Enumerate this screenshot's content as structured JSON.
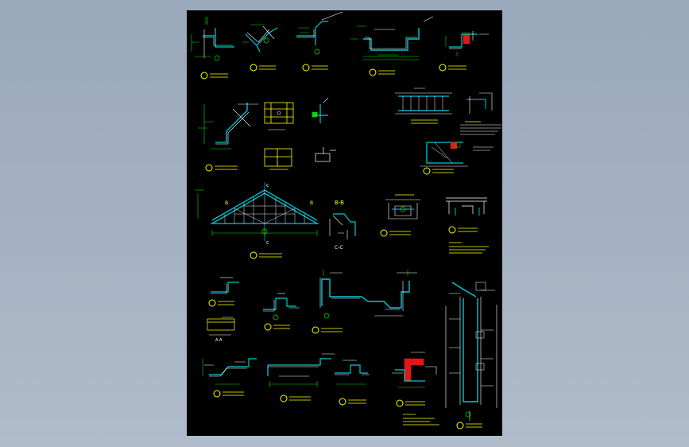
{
  "drawing": {
    "background": "#000000",
    "colors": {
      "structure": "#00c8d8",
      "detail": "#ffffff",
      "dimension": "#00e000",
      "label": "#ffff00",
      "highlight": "#e01818"
    },
    "section_labels": {
      "b_b": "B-B",
      "c_c": "C-C",
      "a_a": "A-A"
    },
    "roof_labels": {
      "left": "B",
      "right": "B",
      "top": "C",
      "bottom": "C"
    }
  }
}
